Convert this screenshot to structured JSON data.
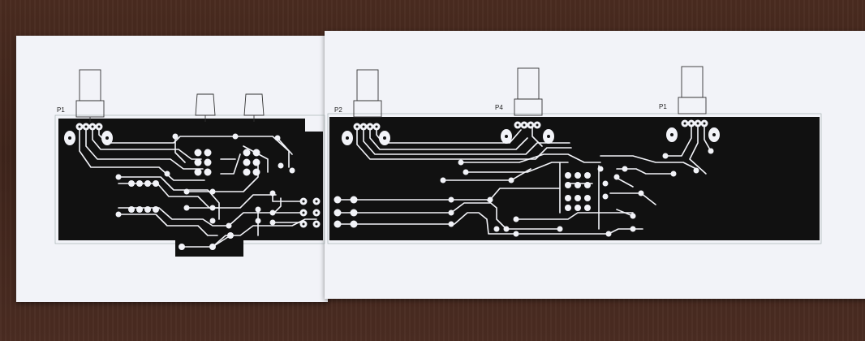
{
  "labels": {
    "left_p1": "P1",
    "right_p2": "P2",
    "right_p4": "P4",
    "right_p1": "P1"
  },
  "colors": {
    "table": "#432619",
    "paper": "#f2f3f8",
    "copper_mask": "#111111",
    "trace": "#f2f3f8"
  }
}
